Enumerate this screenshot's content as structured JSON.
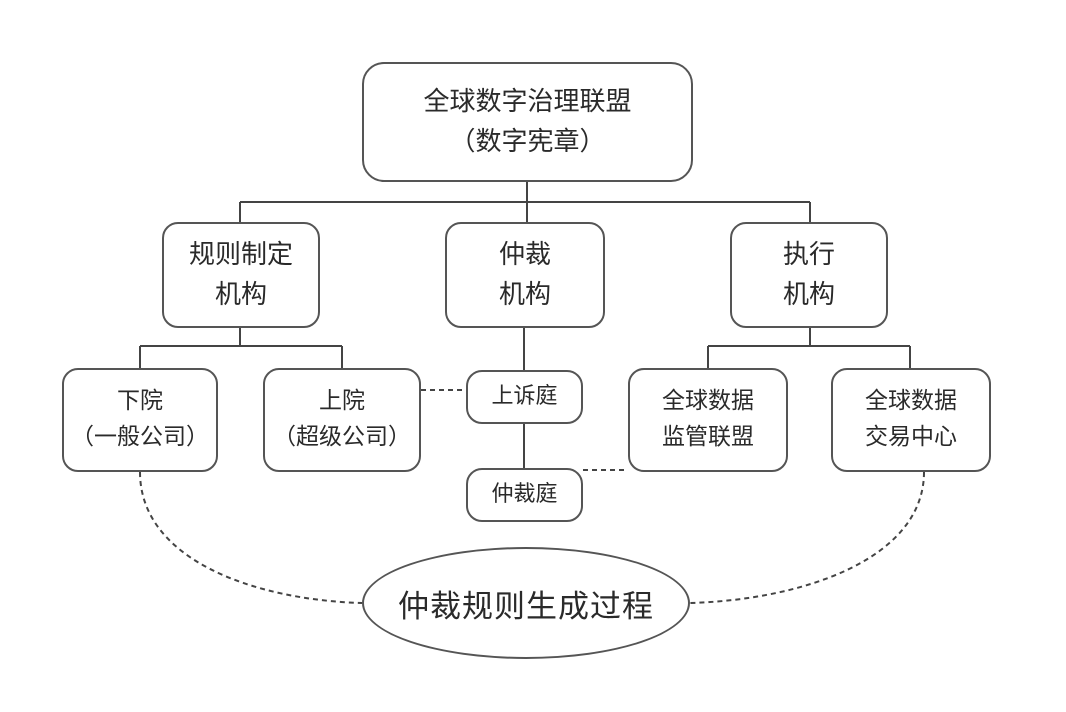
{
  "root": {
    "line1": "全球数字治理联盟",
    "line2": "（数字宪章）"
  },
  "rule_body": {
    "line1": "规则制定",
    "line2": "机构"
  },
  "arbitration_body": {
    "line1": "仲裁",
    "line2": "机构"
  },
  "enforcement_body": {
    "line1": "执行",
    "line2": "机构"
  },
  "lower_house": {
    "line1": "下院",
    "line2": "（一般公司）"
  },
  "upper_house": {
    "line1": "上院",
    "line2": "（超级公司）"
  },
  "appeal_court": {
    "label": "上诉庭"
  },
  "arbitration_court": {
    "label": "仲裁庭"
  },
  "data_supervision": {
    "line1": "全球数据",
    "line2": "监管联盟"
  },
  "data_exchange": {
    "line1": "全球数据",
    "line2": "交易中心"
  },
  "process": {
    "label": "仲裁规则生成过程"
  }
}
